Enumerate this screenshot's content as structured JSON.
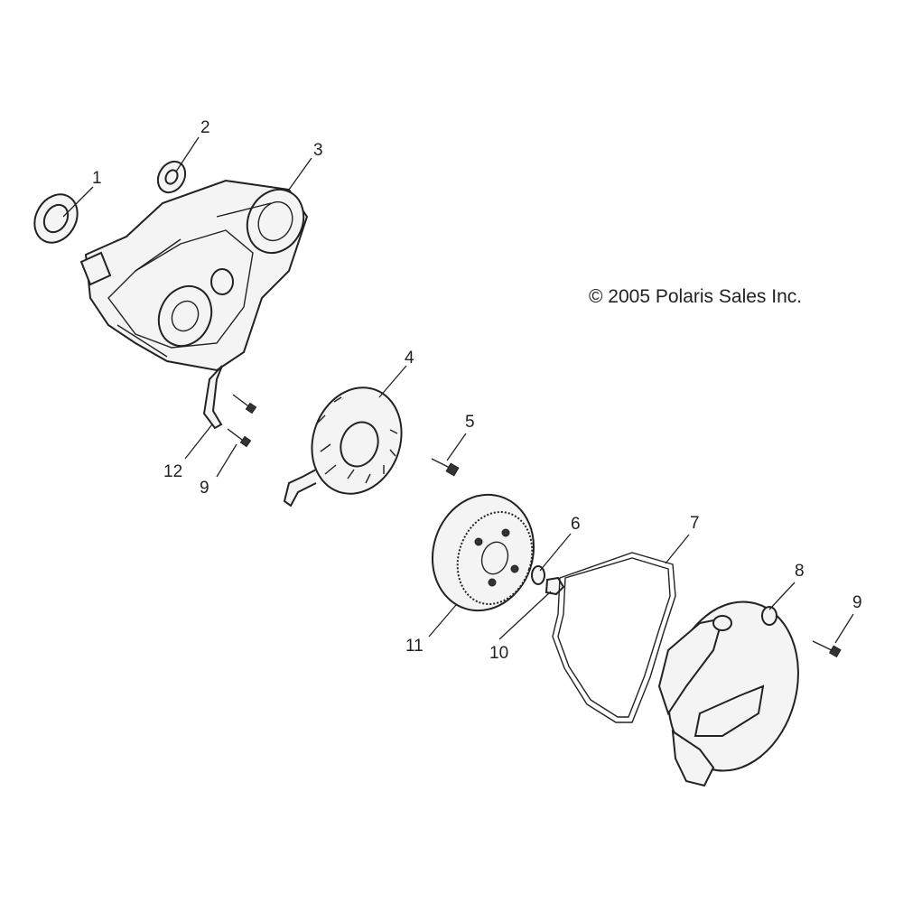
{
  "copyright": "© 2005 Polaris Sales Inc.",
  "callouts": {
    "c1": "1",
    "c2": "2",
    "c3": "3",
    "c4": "4",
    "c5": "5",
    "c6": "6",
    "c7": "7",
    "c8": "8",
    "c9a": "9",
    "c9b": "9",
    "c10": "10",
    "c11": "11",
    "c12": "12"
  }
}
